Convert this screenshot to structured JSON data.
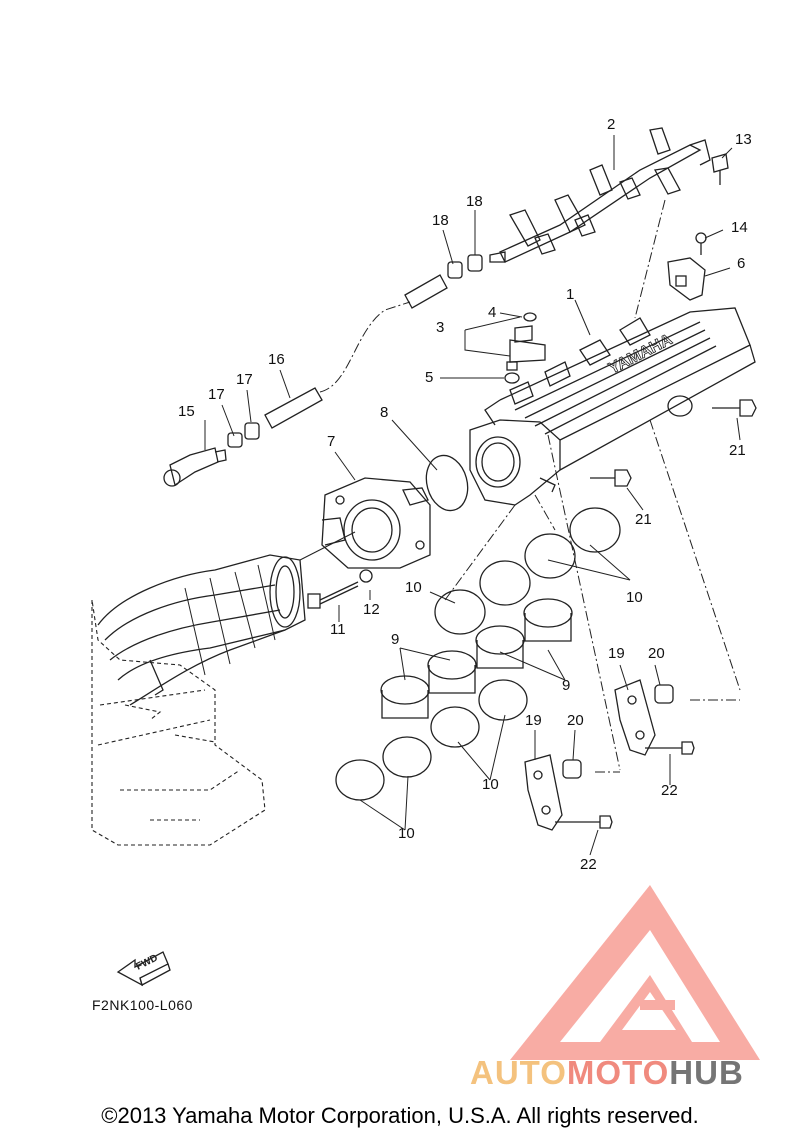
{
  "callouts": {
    "c1": "1",
    "c2": "2",
    "c3": "3",
    "c4": "4",
    "c5": "5",
    "c6": "6",
    "c7": "7",
    "c8": "8",
    "c9a": "9",
    "c9b": "9",
    "c10a": "10",
    "c10b": "10",
    "c10c": "10",
    "c10d": "10",
    "c11": "11",
    "c12": "12",
    "c13": "13",
    "c14": "14",
    "c15": "15",
    "c16": "16",
    "c17a": "17",
    "c17b": "17",
    "c18a": "18",
    "c18b": "18",
    "c19a": "19",
    "c19b": "19",
    "c20a": "20",
    "c20b": "20",
    "c21a": "21",
    "c21b": "21",
    "c22a": "22",
    "c22b": "22"
  },
  "fwd_text": "FWD",
  "diagram_code": "F2NK100-L060",
  "cover_text": "YAMAHA",
  "copyright": "©2013 Yamaha Motor Corporation, U.S.A. All rights reserved.",
  "watermark": {
    "part1": "AUTO",
    "part2": "MOTO",
    "part3": "HUB"
  }
}
